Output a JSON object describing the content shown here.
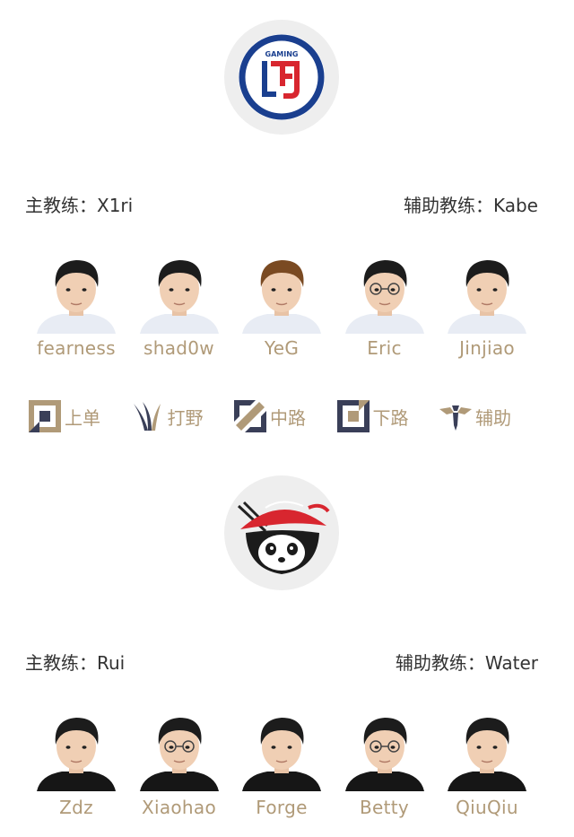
{
  "team1": {
    "logo_icon": "lgd-gaming-logo",
    "logo_text": "GAMING",
    "coach_label": "主教练：",
    "coach_name": "X1ri",
    "assistant_label": "辅助教练：",
    "assistant_name": "Kabe",
    "players": [
      {
        "name": "fearness"
      },
      {
        "name": "shad0w"
      },
      {
        "name": "YeG"
      },
      {
        "name": "Eric"
      },
      {
        "name": "Jinjiao"
      }
    ]
  },
  "roles": [
    {
      "label": "上单",
      "icon": "top-lane-icon"
    },
    {
      "label": "打野",
      "icon": "jungle-icon"
    },
    {
      "label": "中路",
      "icon": "mid-lane-icon"
    },
    {
      "label": "下路",
      "icon": "bot-lane-icon"
    },
    {
      "label": "辅助",
      "icon": "support-icon"
    }
  ],
  "team2": {
    "logo_icon": "panda-samurai-logo",
    "coach_label": "主教练：",
    "coach_name": "Rui",
    "assistant_label": "辅助教练：",
    "assistant_name": "Water",
    "players": [
      {
        "name": "Zdz"
      },
      {
        "name": "Xiaohao"
      },
      {
        "name": "Forge"
      },
      {
        "name": "Betty"
      },
      {
        "name": "QiuQiu"
      }
    ]
  },
  "colors": {
    "role_gold": "#b09a78",
    "role_navy": "#3a3f58",
    "lgd_blue": "#1a3f8f",
    "lgd_red": "#d8262f"
  }
}
